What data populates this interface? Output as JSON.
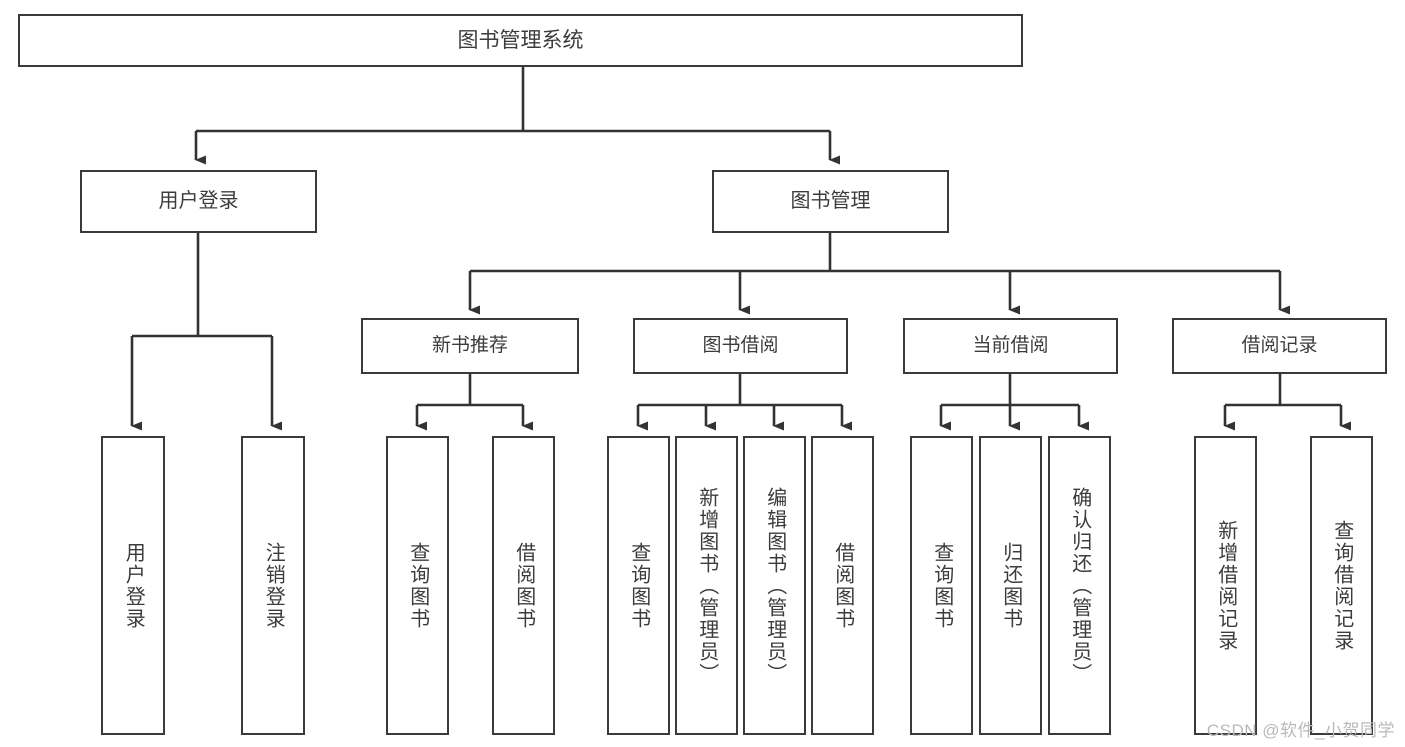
{
  "diagram": {
    "title": "图书管理系统",
    "type": "tree-hierarchy",
    "watermark": "CSDN @软件_小贺同学",
    "colors": {
      "box_border": "#3a3a3a",
      "box_fill": "#ffffff",
      "connector": "#333333",
      "text": "#3c3c3c",
      "watermark": "#b9b9b9",
      "background": "#ffffff"
    },
    "nodes": {
      "root": {
        "label": "图书管理系统"
      },
      "level1": [
        {
          "label": "用户登录"
        },
        {
          "label": "图书管理"
        }
      ],
      "level2": [
        {
          "label": "新书推荐"
        },
        {
          "label": "图书借阅"
        },
        {
          "label": "当前借阅"
        },
        {
          "label": "借阅记录"
        }
      ],
      "leaves": {
        "user_login": [
          {
            "label": "用户登录"
          },
          {
            "label": "注销登录"
          }
        ],
        "new_book_recommend": [
          {
            "label": "查询图书"
          },
          {
            "label": "借阅图书"
          }
        ],
        "book_borrow": [
          {
            "label": "查询图书"
          },
          {
            "label": "新增图书（管理员）"
          },
          {
            "label": "编辑图书（管理员）"
          },
          {
            "label": "借阅图书"
          }
        ],
        "current_borrow": [
          {
            "label": "查询图书"
          },
          {
            "label": "归还图书"
          },
          {
            "label": "确认归还（管理员）"
          }
        ],
        "borrow_record": [
          {
            "label": "新增借阅记录"
          },
          {
            "label": "查询借阅记录"
          }
        ]
      }
    }
  }
}
